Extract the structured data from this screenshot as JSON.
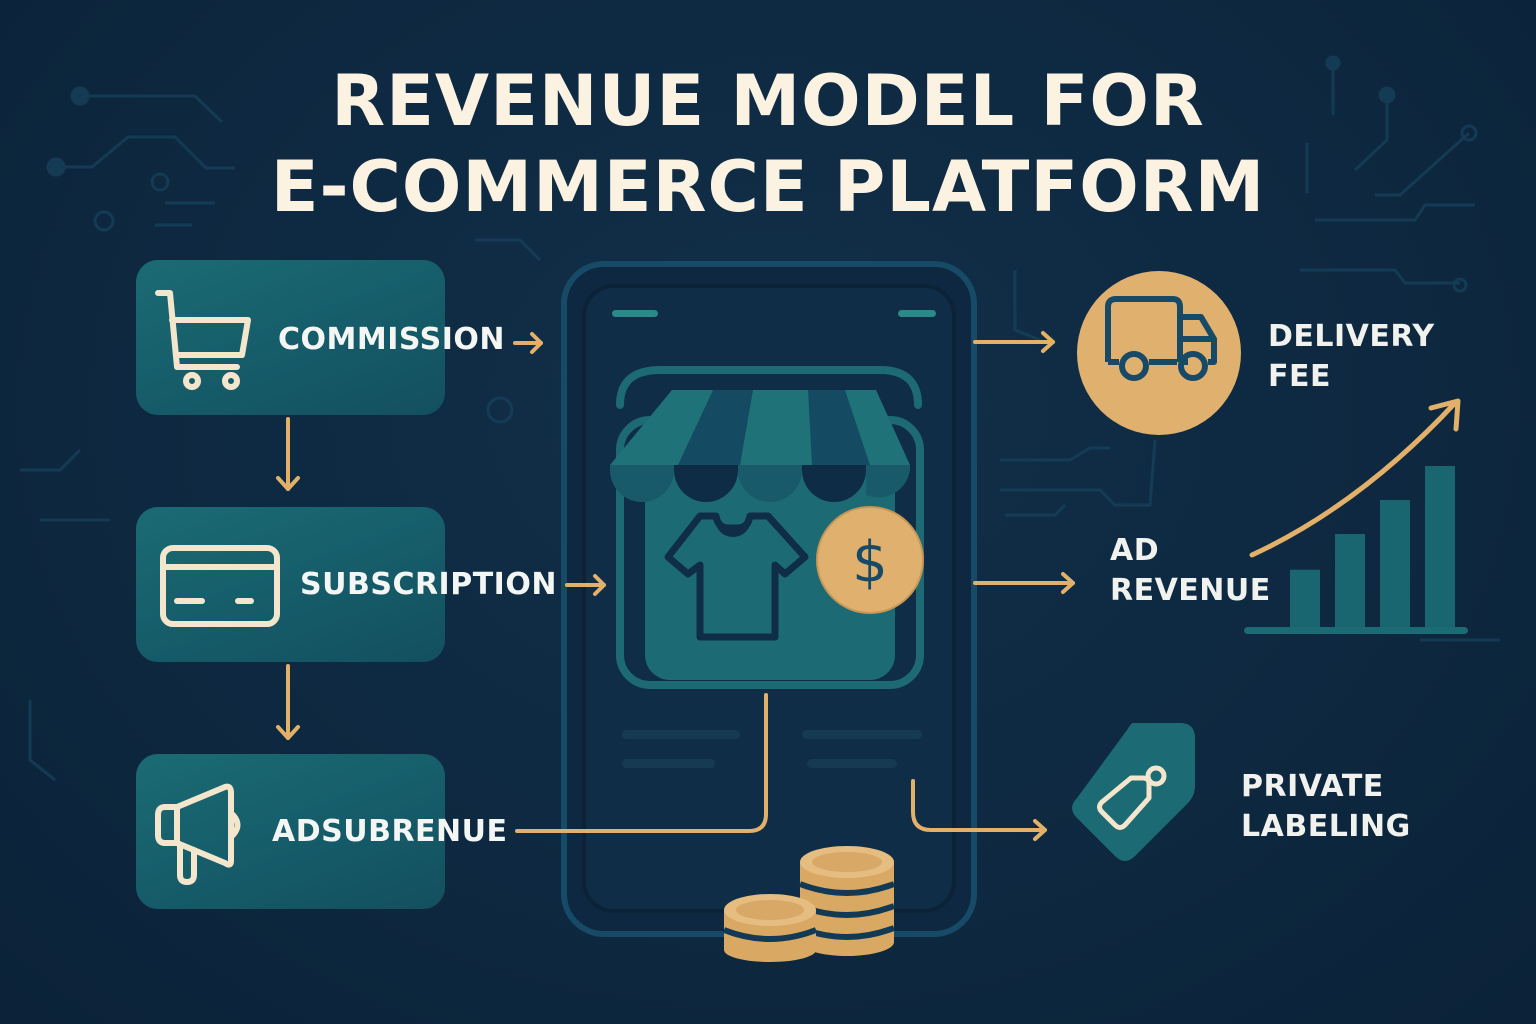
{
  "title": {
    "line1": "REVENUE MODEL FOR",
    "line2": "E-COMMERCE PLATFORM"
  },
  "sources": [
    {
      "label": "COMMISSION",
      "icon": "shopping-cart-icon"
    },
    {
      "label": "SUBSCRIPTION",
      "icon": "credit-card-icon"
    },
    {
      "label": "ADSUBRENUE",
      "icon": "megaphone-icon"
    }
  ],
  "center": {
    "device": "smartphone",
    "storefront_icon": "storefront-icon",
    "product_icon": "t-shirt-icon",
    "coin_symbol": "$",
    "coins_icon": "coin-stack-icon"
  },
  "outputs": [
    {
      "line1": "DELIVERY",
      "line2": "FEE",
      "icon": "delivery-truck-icon"
    },
    {
      "line1": "AD",
      "line2": "REVENUE",
      "icon": "growth-bar-chart-icon"
    },
    {
      "line1": "PRIVATE",
      "line2": "LABELING",
      "icon": "price-tag-icon"
    }
  ],
  "growth_chart": {
    "bars_relative": [
      0.36,
      0.58,
      0.79,
      1.0
    ],
    "trend": "up"
  },
  "colors": {
    "background": "#0e2a42",
    "teal": "#1a6b74",
    "gold": "#e3b06a",
    "cream": "#fbf2e2",
    "dark_stroke": "#174a66"
  }
}
